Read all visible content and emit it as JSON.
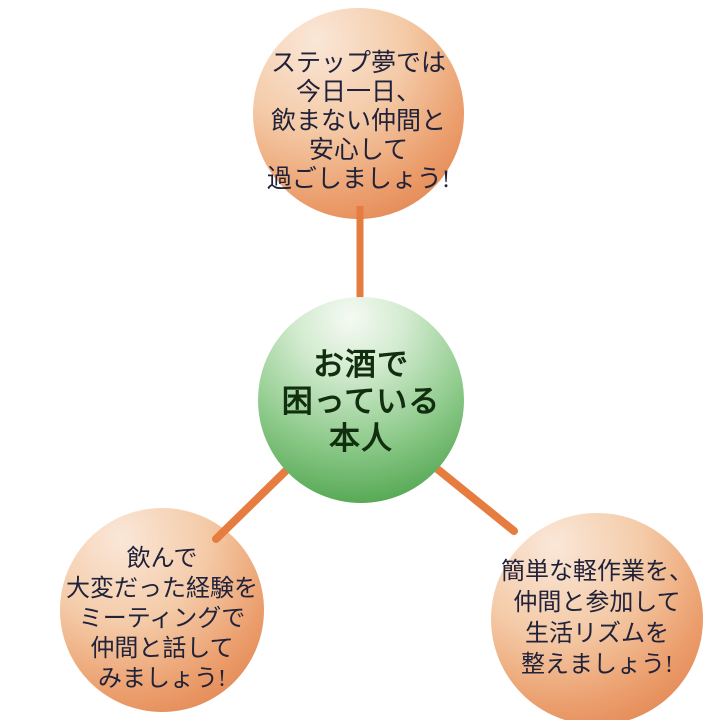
{
  "diagram": {
    "title": "",
    "nodes": {
      "center": {
        "role": "central-node",
        "lines": [
          "お酒で",
          "困っている",
          "本人"
        ]
      },
      "top": {
        "role": "satellite-node",
        "lines": [
          "ステップ夢では",
          "今日一日、",
          "飲まない仲間と",
          "安心して",
          "過ごしましょう!"
        ]
      },
      "bottom_left": {
        "role": "satellite-node",
        "lines": [
          "飲んで",
          "大変だった経験を",
          "ミーティングで",
          "仲間と話して",
          "みましょう!"
        ]
      },
      "bottom_right": {
        "role": "satellite-node",
        "lines": [
          "簡単な軽作業を、",
          "仲間と参加して",
          "生活リズムを",
          "整えましょう!"
        ]
      }
    },
    "colors": {
      "satellite_gradient_light": "#fae7d8",
      "satellite_gradient_dark": "#dd7843",
      "center_gradient_light": "#f5faf3",
      "center_gradient_dark": "#3b9839",
      "connector": "#e67c40",
      "satellite_text": "#20223a",
      "center_text": "#112e0e",
      "background": "#ffffff"
    }
  }
}
